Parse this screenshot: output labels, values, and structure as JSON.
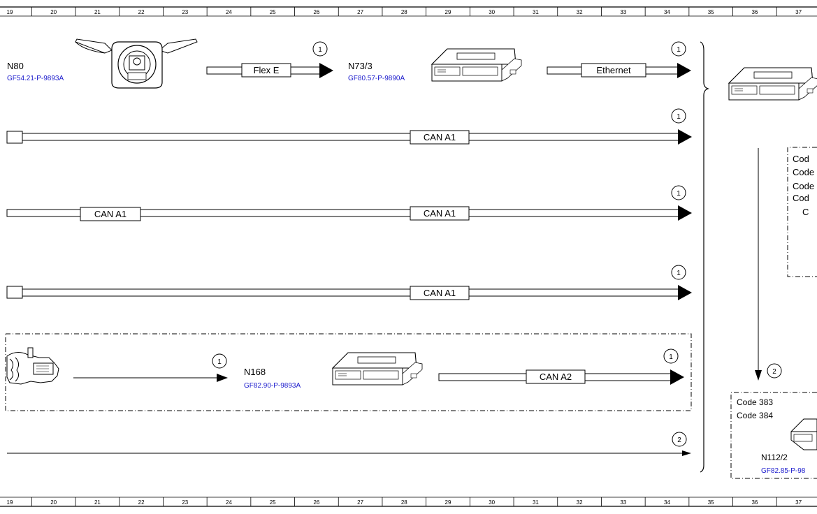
{
  "grid_top": [
    "19",
    "20",
    "21",
    "22",
    "23",
    "24",
    "25",
    "26",
    "27",
    "28",
    "29",
    "30",
    "31",
    "32",
    "33",
    "34",
    "35",
    "36",
    "37"
  ],
  "grid_bottom": [
    "19",
    "20",
    "21",
    "22",
    "23",
    "24",
    "25",
    "26",
    "27",
    "28",
    "29",
    "30",
    "31",
    "32",
    "33",
    "34",
    "35",
    "36",
    "37"
  ],
  "components": {
    "n80": {
      "name": "N80",
      "ref": "GF54.21-P-9893A"
    },
    "n73": {
      "name": "N73/3",
      "ref": "GF80.57-P-9890A"
    },
    "n168": {
      "name": "N168",
      "ref": "GF82.90-P-9893A"
    },
    "n112": {
      "name": "N112/2",
      "ref": "GF82.85-P-98"
    }
  },
  "buses": {
    "flex": "Flex E",
    "eth": "Ethernet",
    "can1_row1": "CAN A1",
    "can1_row2_left": "CAN A1",
    "can1_row2_right": "CAN A1",
    "can1_row3": "CAN A1",
    "can2": "CAN A2"
  },
  "markers": {
    "m1": "1",
    "m2": "1",
    "m3": "1",
    "m4": "1",
    "m5": "1",
    "m6": "1",
    "m7": "2",
    "m8": "2"
  },
  "codes_right": [
    "Cod",
    "Code",
    "Code",
    "Cod",
    "C"
  ],
  "codes_bottom": [
    "Code 383",
    "Code 384"
  ]
}
